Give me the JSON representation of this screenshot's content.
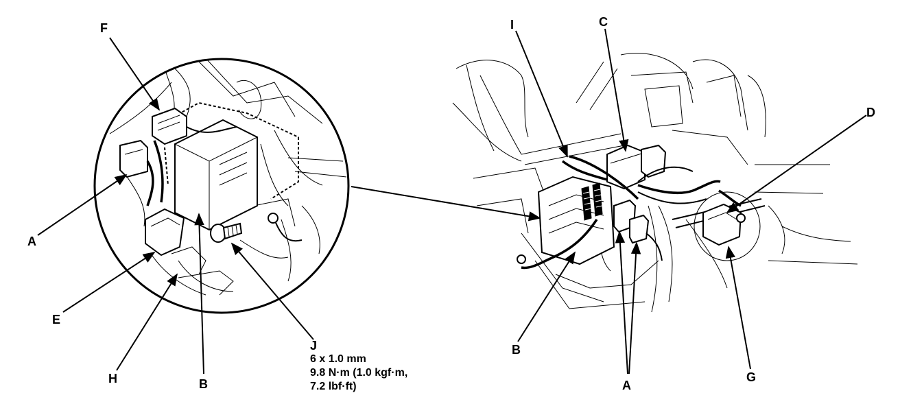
{
  "callouts": {
    "left": {
      "F": "F",
      "A": "A",
      "E": "E",
      "H": "H",
      "B": "B",
      "J": "J"
    },
    "right": {
      "I": "I",
      "C": "C",
      "D": "D",
      "B": "B",
      "A": "A",
      "G": "G"
    }
  },
  "bolt_spec": {
    "size": "6 x 1.0 mm",
    "torque_line1": "9.8 N·m (1.0 kgf·m,",
    "torque_line2": "7.2 lbf·ft)"
  }
}
